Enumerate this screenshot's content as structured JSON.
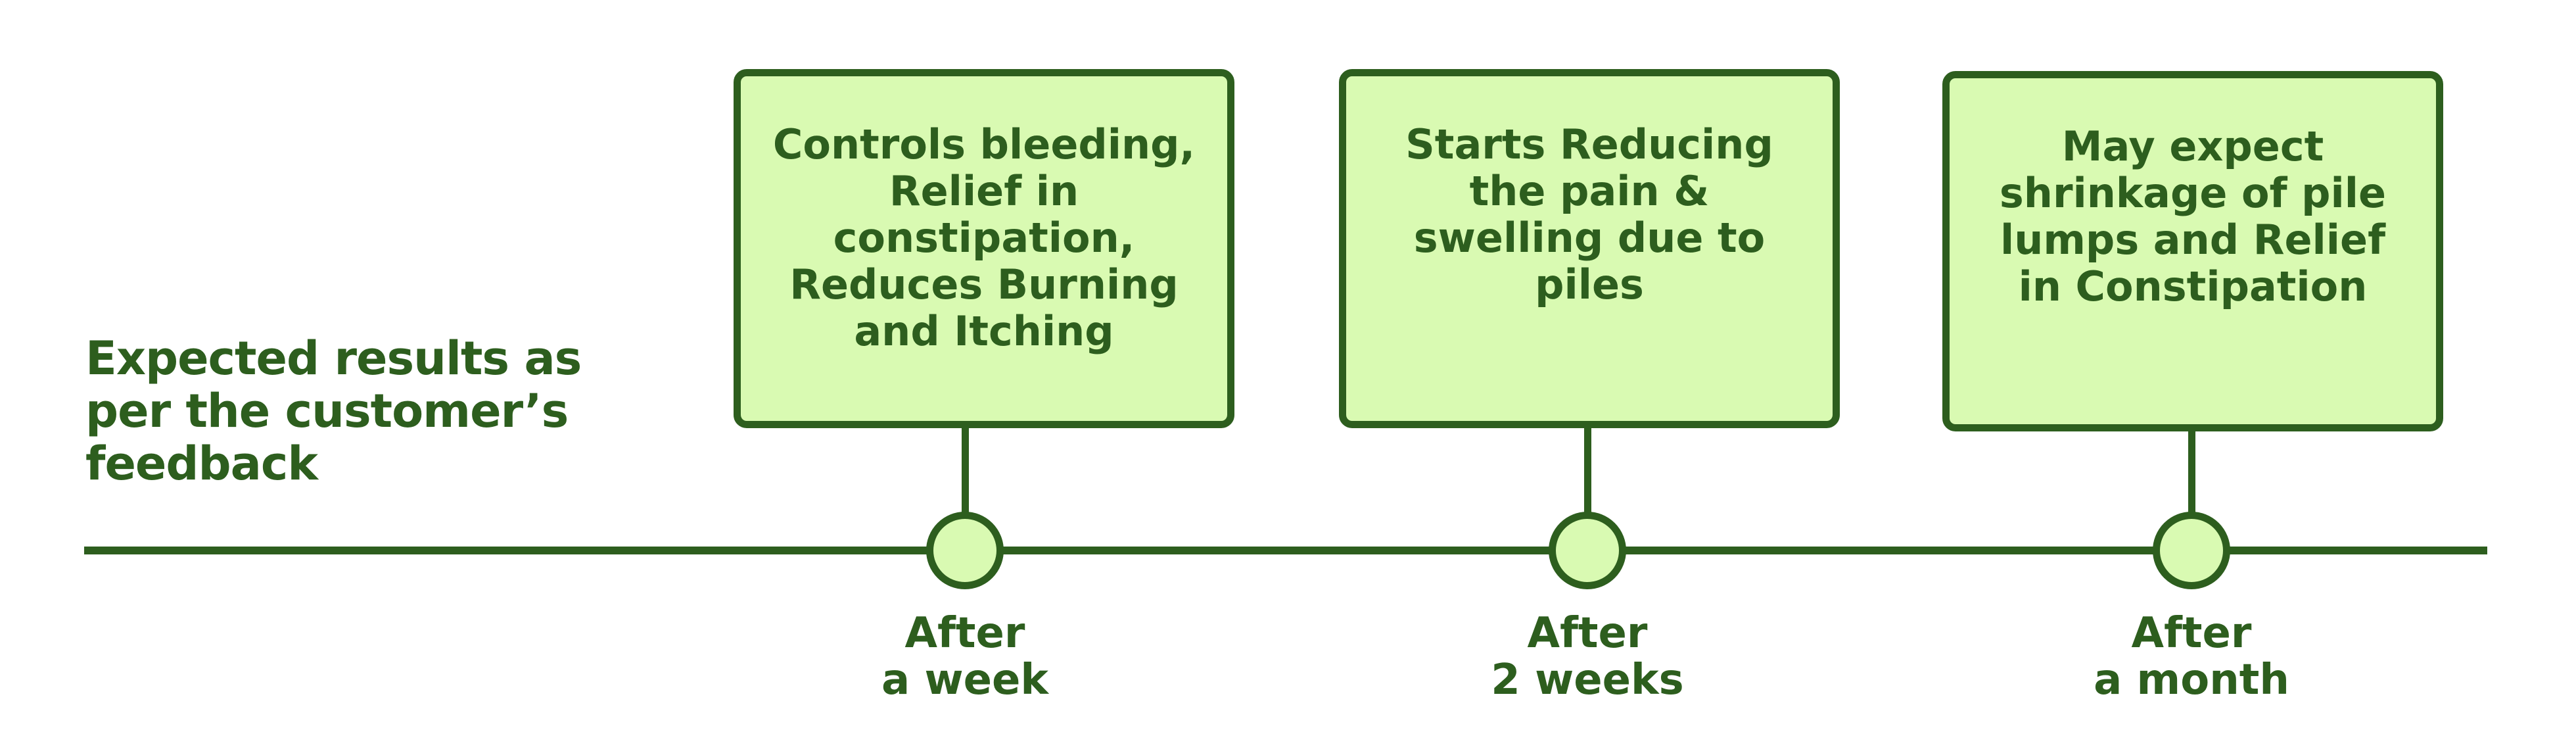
{
  "heading": {
    "line1": "Expected results as",
    "line2": "per the customer’s",
    "line3": "feedback"
  },
  "milestones": [
    {
      "box_text": "Controls bleeding, Relief in constipation, Reduces Burning and Itching",
      "label_line1": "After",
      "label_line2": "a week"
    },
    {
      "box_text": "Starts Reducing the pain & swelling due to piles",
      "label_line1": "After",
      "label_line2": "2 weeks"
    },
    {
      "box_text": "May expect shrinkage of pile lumps and Relief in Constipation",
      "label_line1": "After",
      "label_line2": "a month"
    }
  ],
  "colors": {
    "primary": "#2d5e1e",
    "box_fill": "#d9fab2",
    "background": "#ffffff"
  }
}
